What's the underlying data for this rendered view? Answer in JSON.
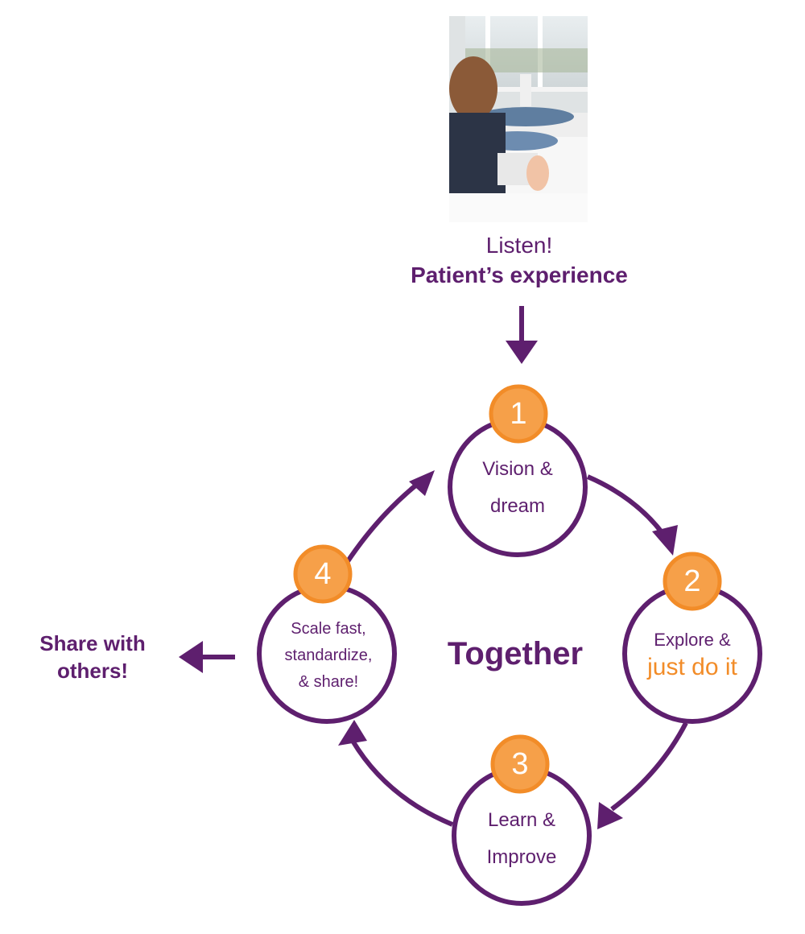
{
  "photo": {
    "icon": "patient-in-hospital-bed-photo"
  },
  "header": {
    "listen": "Listen!",
    "patient": "Patient’s experience"
  },
  "center": {
    "label": "Together"
  },
  "share": {
    "line1": "Share with",
    "line2": "others!"
  },
  "steps": [
    {
      "number": "1",
      "line1": "Vision &",
      "line2": "dream"
    },
    {
      "number": "2",
      "line1": "Explore &",
      "line2": "just do it"
    },
    {
      "number": "3",
      "line1": "Learn &",
      "line2": "Improve"
    },
    {
      "number": "4",
      "line1": "Scale fast,",
      "line2": "standardize,",
      "line3": "& share!"
    }
  ],
  "colors": {
    "purple": "#5e1f6e",
    "orange": "#f6a049",
    "orange_border": "#f28c28",
    "highlight_text": "#f28c28"
  }
}
